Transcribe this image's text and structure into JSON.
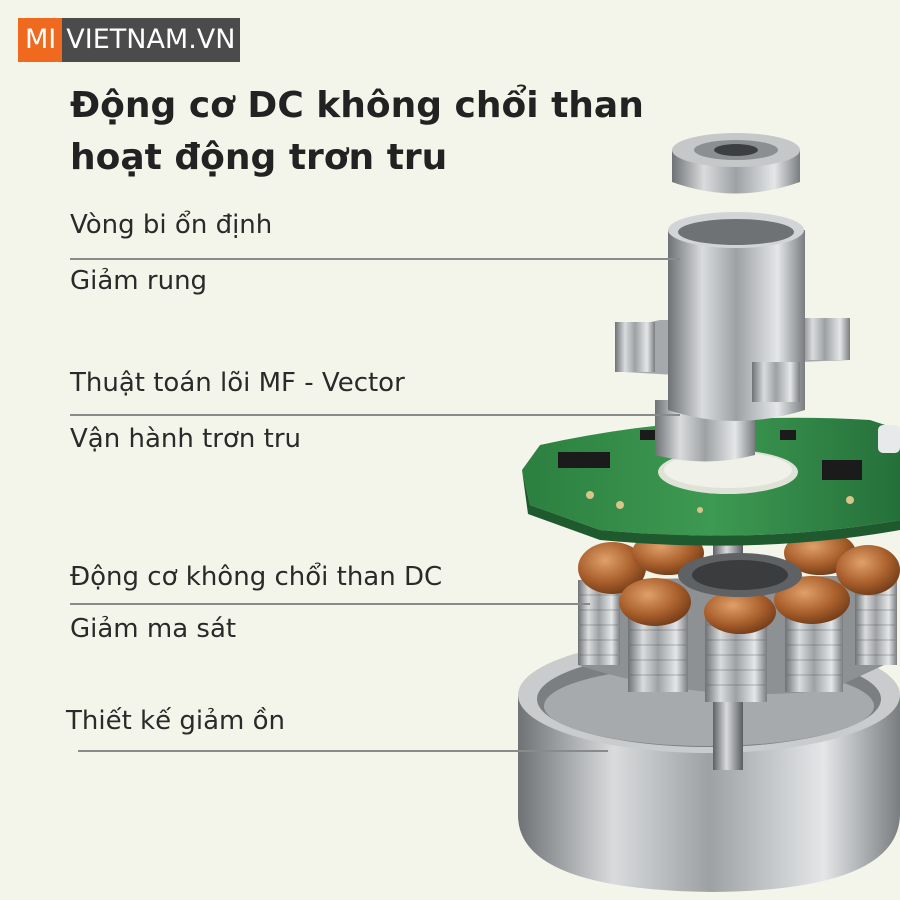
{
  "brand": {
    "prefix": "MI",
    "rest": "VIETNAM.VN"
  },
  "headline": {
    "line1": "Động cơ DC không chổi than",
    "line2": "hoạt động trơn tru"
  },
  "features": [
    {
      "title": "Vòng bi ổn định",
      "subtitle": "Giảm rung"
    },
    {
      "title": "Thuật toán lõi MF - Vector",
      "subtitle": "Vận hành trơn tru"
    },
    {
      "title": "Động cơ không chổi than DC",
      "subtitle": "Giảm ma sát"
    },
    {
      "title": "Thiết kế giảm ồn",
      "subtitle": ""
    }
  ],
  "colors": {
    "background": "#f4f5ea",
    "brand_orange": "#ef6a1f",
    "brand_gray": "#4b4b4b",
    "pcb_green": "#2f8a45",
    "copper": "#b8703c",
    "metal": "#b9bcbf"
  },
  "illustration": {
    "icon": "brushless-dc-motor-exploded-view"
  }
}
